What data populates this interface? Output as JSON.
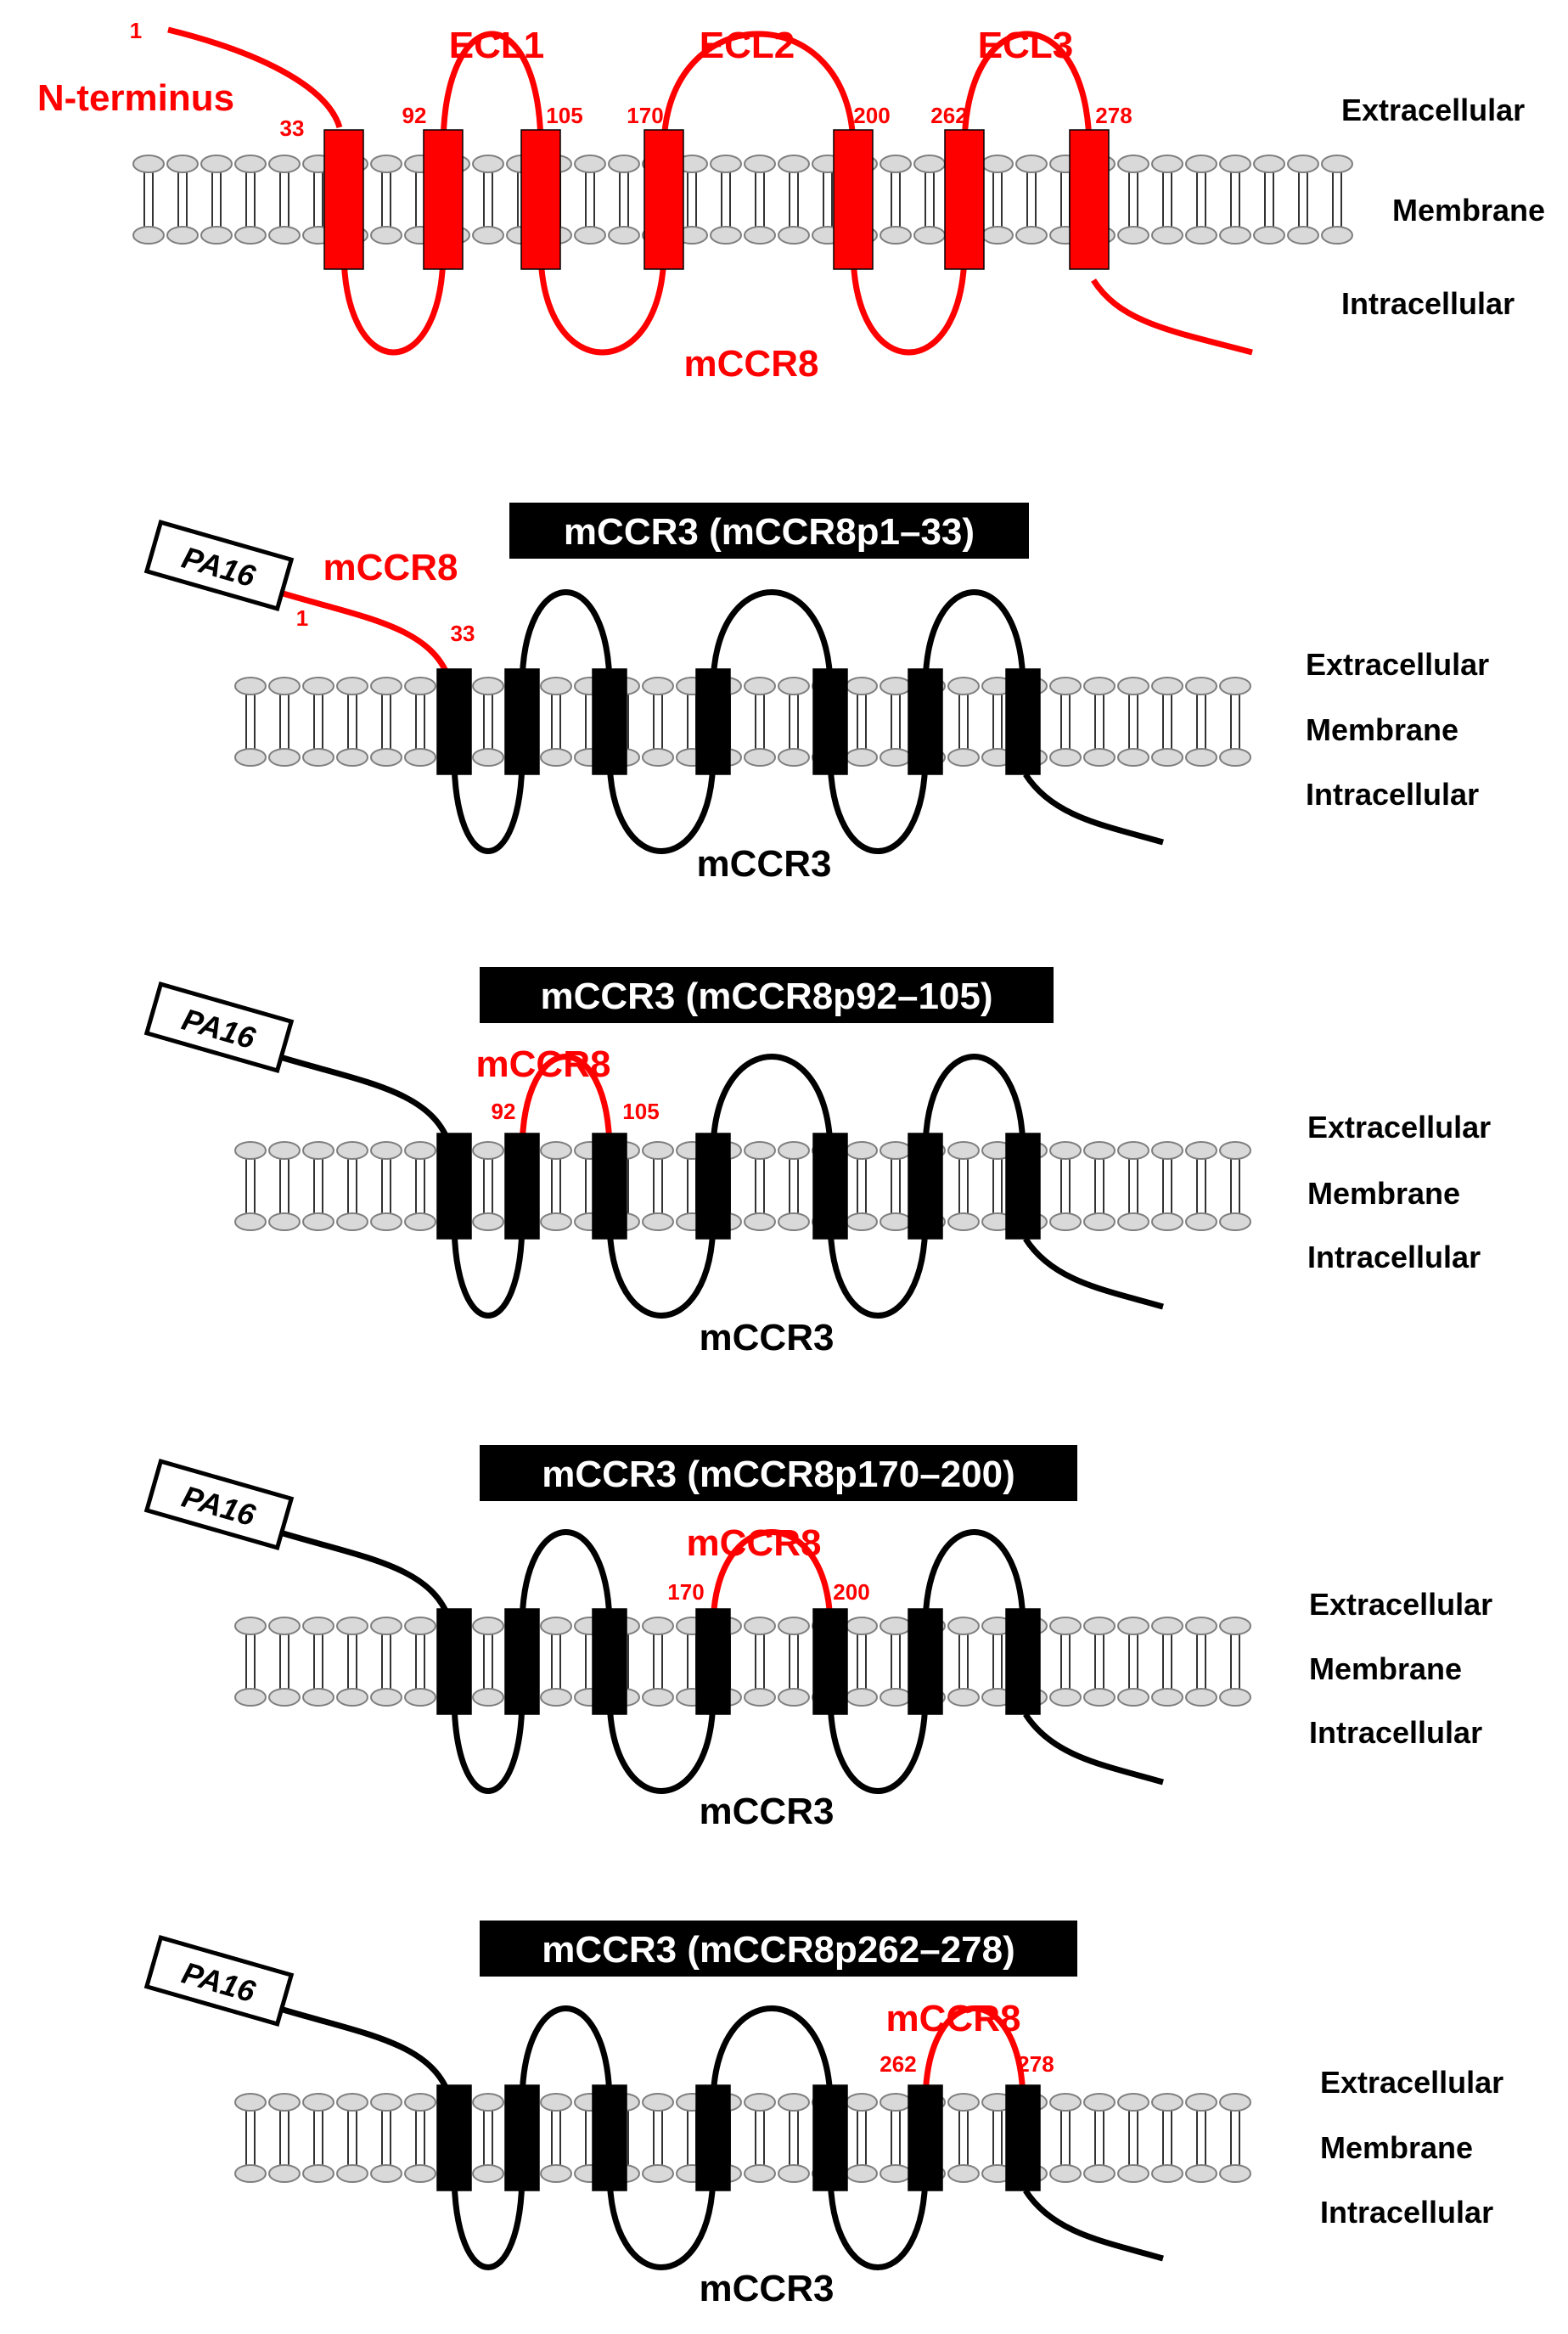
{
  "colors": {
    "red": "#ff0000",
    "black": "#000000",
    "head_fill": "#d9d9d9",
    "head_stroke": "#7f7f7f",
    "white": "#ffffff"
  },
  "panels": [
    {
      "id": "mccr8",
      "chimera_title": "",
      "tail_label": "N-terminus",
      "tail_start_label": "1",
      "protein_label": "mCCR8",
      "layer_labels": [
        "Extracellular",
        "Membrane",
        "Intracellular"
      ],
      "helix_labels": [
        {
          "left": "33",
          "right": ""
        },
        {
          "left": "92",
          "right": ""
        },
        {
          "left": "",
          "right": "105"
        },
        {
          "left": "170",
          "right": ""
        },
        {
          "left": "",
          "right": "200"
        },
        {
          "left": "262",
          "right": ""
        },
        {
          "left": "",
          "right": "278"
        }
      ],
      "loop_labels": [
        "ECL1",
        "ECL2",
        "ECL3"
      ]
    },
    {
      "id": "chimera-1-33",
      "chimera_title": "mCCR3 (mCCR8p1–33)",
      "tag_label": "PA16",
      "insert_label": "mCCR8",
      "insert_start": "1",
      "insert_end": "33",
      "protein_label": "mCCR3",
      "layer_labels": [
        "Extracellular",
        "Membrane",
        "Intracellular"
      ]
    },
    {
      "id": "chimera-92-105",
      "chimera_title": "mCCR3 (mCCR8p92–105)",
      "tag_label": "PA16",
      "insert_label": "mCCR8",
      "insert_start": "92",
      "insert_end": "105",
      "protein_label": "mCCR3",
      "layer_labels": [
        "Extracellular",
        "Membrane",
        "Intracellular"
      ]
    },
    {
      "id": "chimera-170-200",
      "chimera_title": "mCCR3 (mCCR8p170–200)",
      "tag_label": "PA16",
      "insert_label": "mCCR8",
      "insert_start": "170",
      "insert_end": "200",
      "protein_label": "mCCR3",
      "layer_labels": [
        "Extracellular",
        "Membrane",
        "Intracellular"
      ]
    },
    {
      "id": "chimera-262-278",
      "chimera_title": "mCCR3 (mCCR8p262–278)",
      "tag_label": "PA16",
      "insert_label": "mCCR8",
      "insert_start": "262",
      "insert_end": "278",
      "protein_label": "mCCR3",
      "layer_labels": [
        "Extracellular",
        "Membrane",
        "Intracellular"
      ]
    }
  ]
}
